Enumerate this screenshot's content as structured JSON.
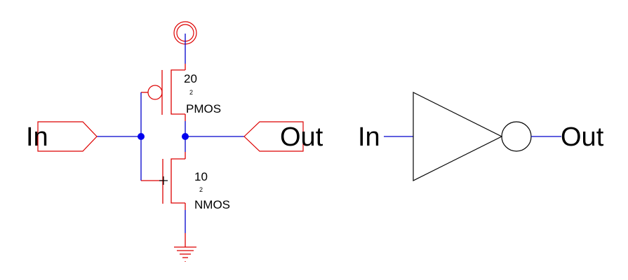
{
  "colors": {
    "wire": "#0000cc",
    "symbol": "#dd0000",
    "node": "#0000ee",
    "gate": "#000000",
    "text": "#000000"
  },
  "schematic": {
    "input_port": {
      "label": "In"
    },
    "output_port": {
      "label": "Out"
    },
    "pmos": {
      "width": "20",
      "length": "2",
      "type": "PMOS"
    },
    "nmos": {
      "width": "10",
      "length": "2",
      "type": "NMOS"
    },
    "supply": {
      "icon": "vdd-icon"
    },
    "ground": {
      "icon": "ground-icon"
    }
  },
  "symbol": {
    "input_label": "In",
    "output_label": "Out",
    "gate_type": "inverter"
  }
}
